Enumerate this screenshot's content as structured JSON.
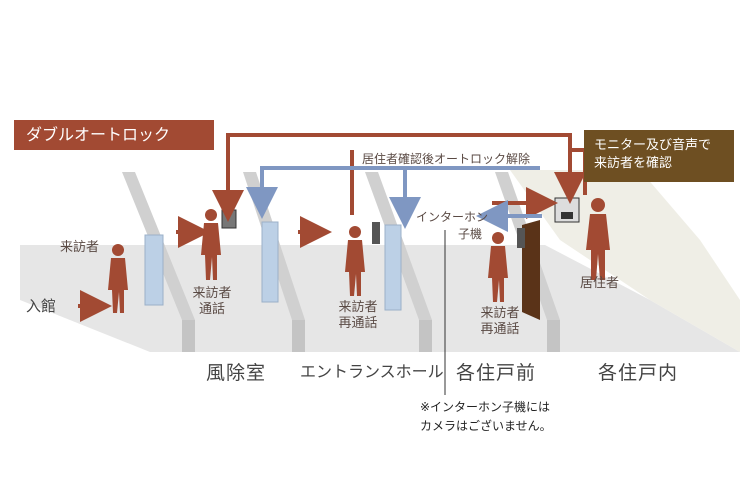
{
  "title": "ダブルオートロック",
  "monitor_note": [
    "モニター及び音声で",
    "来訪者を確認"
  ],
  "arrow_label": "居住者確認後オートロック解除",
  "intercom_label": [
    "インターホン",
    "子機"
  ],
  "entry_label": "入館",
  "visitor_label": "来訪者",
  "resident_label": "居住者",
  "call_label": [
    "来訪者",
    "通話"
  ],
  "recall_label": [
    "来訪者",
    "再通話"
  ],
  "zones": {
    "vestibule": "風除室",
    "entrance_hall": "エントランスホール",
    "front_of_unit": "各住戸前",
    "inside_unit": "各住戸内"
  },
  "footnote": [
    "※インターホン子機には",
    "カメラはございません。"
  ],
  "colors": {
    "unlock_line": "#a24a33",
    "call_line": "#7f97c2",
    "person": "#a24a33",
    "floor": "#e3e3e3",
    "monitor_box": "#6e4f22"
  }
}
